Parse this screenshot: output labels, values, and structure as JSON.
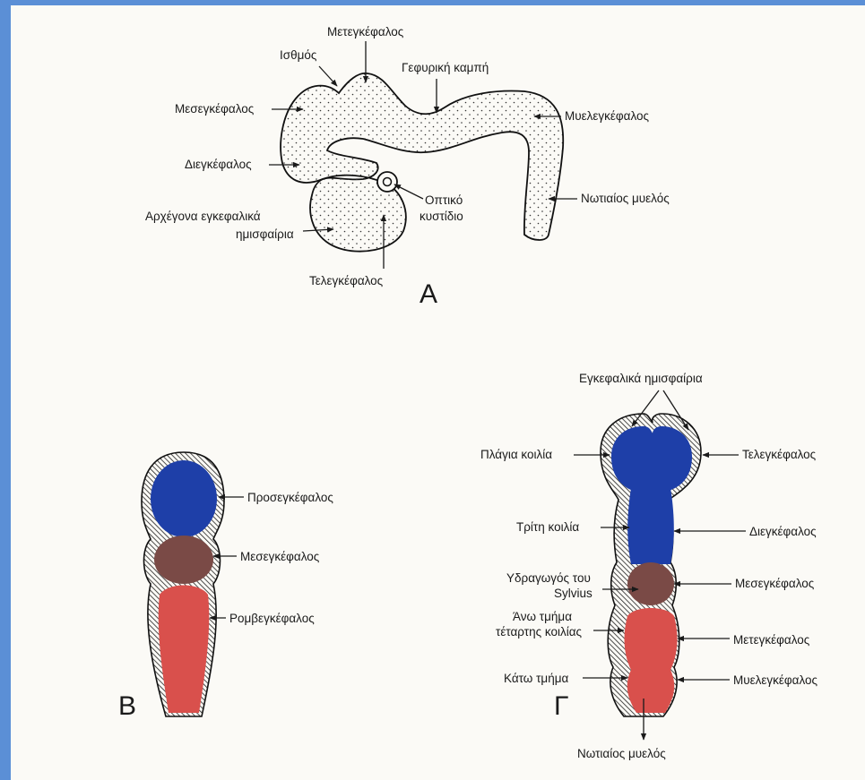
{
  "colors": {
    "forebrain_blue": "#1e3fa8",
    "midbrain_brown": "#7a4a46",
    "hindbrain_red": "#d9504c",
    "frame_blue": "#5b8fd6",
    "paper": "#fbfaf6"
  },
  "panel_a": {
    "letter": "A",
    "labels": {
      "metegkefalos": "Μετεγκέφαλος",
      "isthmos": "Ισθμός",
      "gefyriki_kampi": "Γεφυρική καμπή",
      "mesegkefalos": "Μεσεγκέφαλος",
      "myelegkefalos": "Μυελεγκέφαλος",
      "diegkefalos": "Διεγκέφαλος",
      "optiko_line1": "Οπτικό",
      "optiko_line2": "κυστίδιο",
      "notiaios": "Νωτιαίος μυελός",
      "hemispheres_line1": "Αρχέγονα εγκεφαλικά",
      "hemispheres_line2": "ημισφαίρια",
      "telegkefalos": "Τελεγκέφαλος"
    }
  },
  "panel_b": {
    "letter": "B",
    "labels": {
      "prosegkefalos": "Προσεγκέφαλος",
      "mesegkefalos": "Μεσεγκέφαλος",
      "romvegkefalos": "Ρομβεγκέφαλος"
    }
  },
  "panel_g": {
    "letter": "Γ",
    "labels": {
      "hemispheres": "Εγκεφαλικά ημισφαίρια",
      "plagia_koilia": "Πλάγια κοιλία",
      "telegkefalos": "Τελεγκέφαλος",
      "triti_koilia": "Τρίτη κοιλία",
      "diegkefalos": "Διεγκέφαλος",
      "ydragogos_line1": "Υδραγωγός του",
      "ydragogos_line2": "Sylvius",
      "mesegkefalos": "Μεσεγκέφαλος",
      "ano_line1": "Άνω τμήμα",
      "ano_line2": "τέταρτης κοιλίας",
      "metegkefalos": "Μετεγκέφαλος",
      "kato_tmima": "Κάτω τμήμα",
      "myelegkefalos": "Μυελεγκέφαλος",
      "notiaios": "Νωτιαίος μυελός"
    }
  }
}
